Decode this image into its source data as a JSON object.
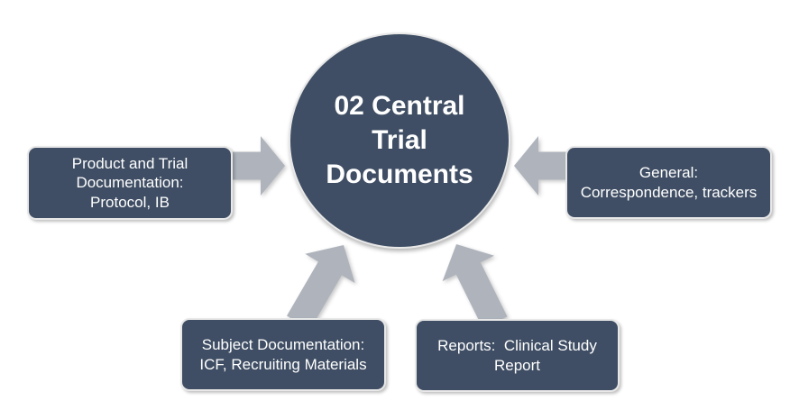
{
  "title": "02 Central Trial Documents diagram",
  "center": {
    "label": "02 Central\nTrial\nDocuments"
  },
  "nodes": [
    {
      "id": "product-trial-documentation",
      "position": "left",
      "label": "Product and Trial\nDocumentation:\nProtocol, IB"
    },
    {
      "id": "general",
      "position": "right",
      "label": "General:\nCorrespondence, trackers"
    },
    {
      "id": "subject-documentation",
      "position": "bottom-left",
      "label": "Subject Documentation:\nICF, Recruiting Materials"
    },
    {
      "id": "reports",
      "position": "bottom-right",
      "label": "Reports:  Clinical Study\nReport"
    }
  ],
  "colors": {
    "node_fill": "#3F4E64",
    "node_border": "#E8E8E8",
    "arrow_fill": "#AFB4BC",
    "text": "#FFFFFF",
    "background": "#FFFFFF"
  }
}
